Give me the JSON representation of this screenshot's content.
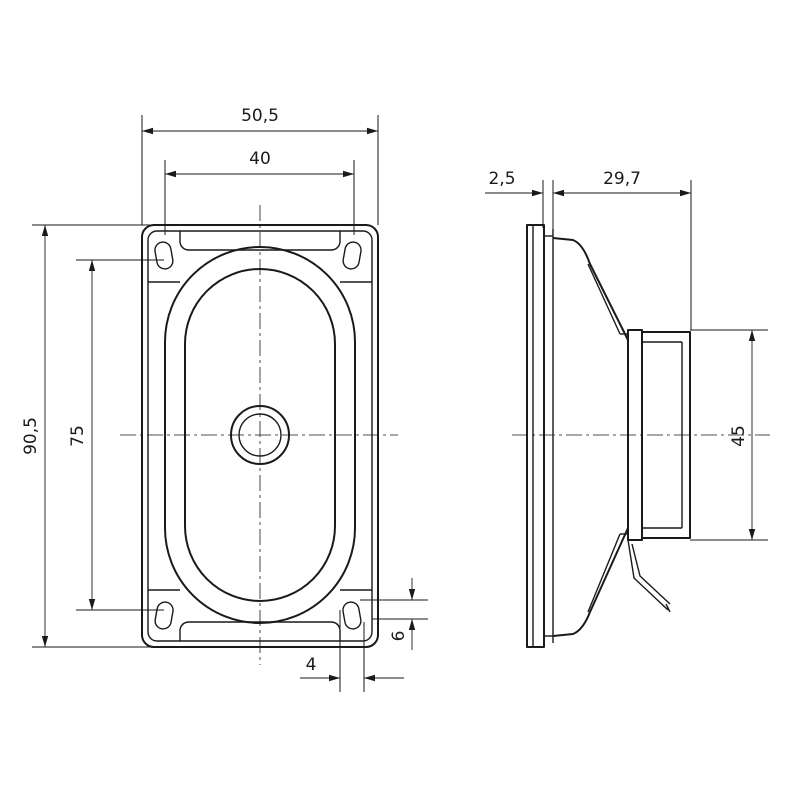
{
  "dimensions": {
    "overall_width": "50,5",
    "inner_width": "40",
    "overall_height": "90,5",
    "hole_pitch": "75",
    "hole_edge_x": "4",
    "hole_edge_y": "6",
    "flange_thickness": "2,5",
    "depth": "29,7",
    "magnet_diameter": "45"
  }
}
